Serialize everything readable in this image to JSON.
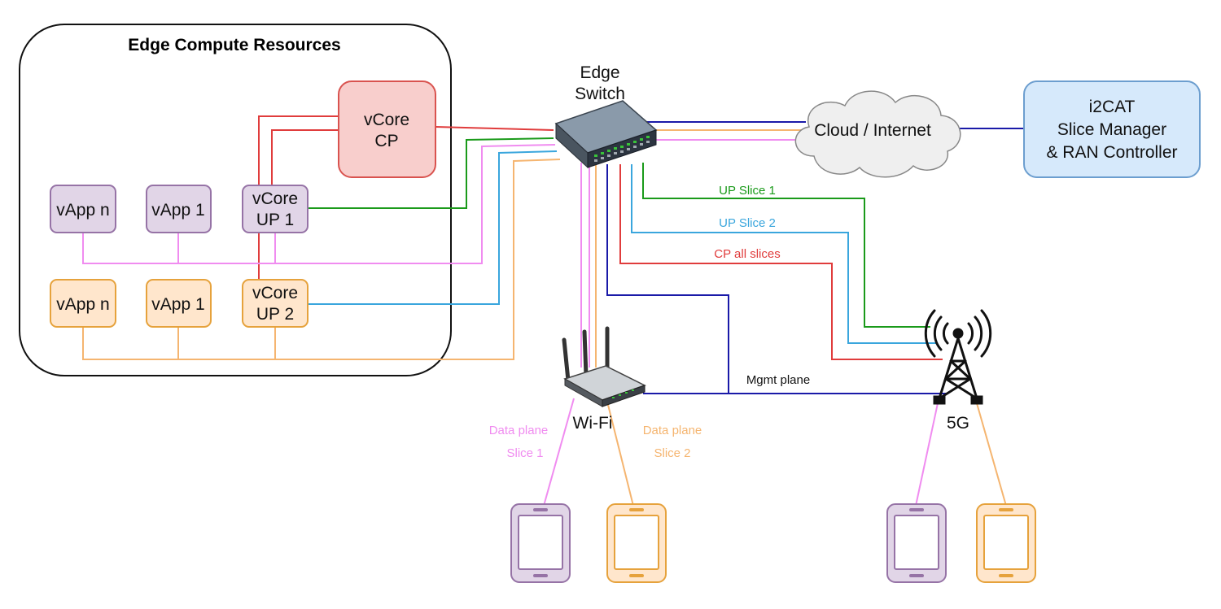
{
  "edge_compute": {
    "title": "Edge Compute Resources"
  },
  "vcore_cp": {
    "line1": "vCore",
    "line2": "CP"
  },
  "vapp_n_1": "vApp n",
  "vapp_1_1": "vApp 1",
  "vcore_up1": {
    "line1": "vCore",
    "line2": "UP 1"
  },
  "vapp_n_2": "vApp n",
  "vapp_1_2": "vApp 1",
  "vcore_up2": {
    "line1": "vCore",
    "line2": "UP 2"
  },
  "edge_switch": {
    "line1": "Edge",
    "line2": "Switch"
  },
  "cloud": "Cloud / Internet",
  "slice_manager": {
    "line1": "i2CAT",
    "line2": "Slice Manager",
    "line3": "& RAN Controller"
  },
  "links": {
    "up_slice_1": "UP Slice 1",
    "up_slice_2": "UP Slice 2",
    "cp_all_slices": "CP all slices",
    "mgmt_plane": "Mgmt plane"
  },
  "wifi": "Wi-Fi",
  "fiveg": "5G",
  "data_plane_1": {
    "line1": "Data plane",
    "line2": "Slice 1"
  },
  "data_plane_2": {
    "line1": "Data plane",
    "line2": "Slice 2"
  },
  "colors": {
    "red": "#e03c3c",
    "green": "#1a9a1a",
    "blue": "#3aa6dd",
    "navy": "#1a1aa8",
    "pink": "#f08cf0",
    "orange": "#f5b570",
    "purple_fill": "#e1d5e7",
    "purple_stroke": "#9673a6",
    "orange_fill": "#ffe6cc",
    "orange_stroke": "#e6a23c",
    "cp_fill": "#f8cecc",
    "cp_stroke": "#d9534f",
    "sm_fill": "#d6e9fb",
    "sm_stroke": "#6c9ecf"
  },
  "icons": {
    "switch": "network-switch-icon",
    "router": "wifi-router-icon",
    "tower": "cell-tower-icon",
    "phone": "smartphone-icon",
    "cloud": "cloud-icon"
  }
}
